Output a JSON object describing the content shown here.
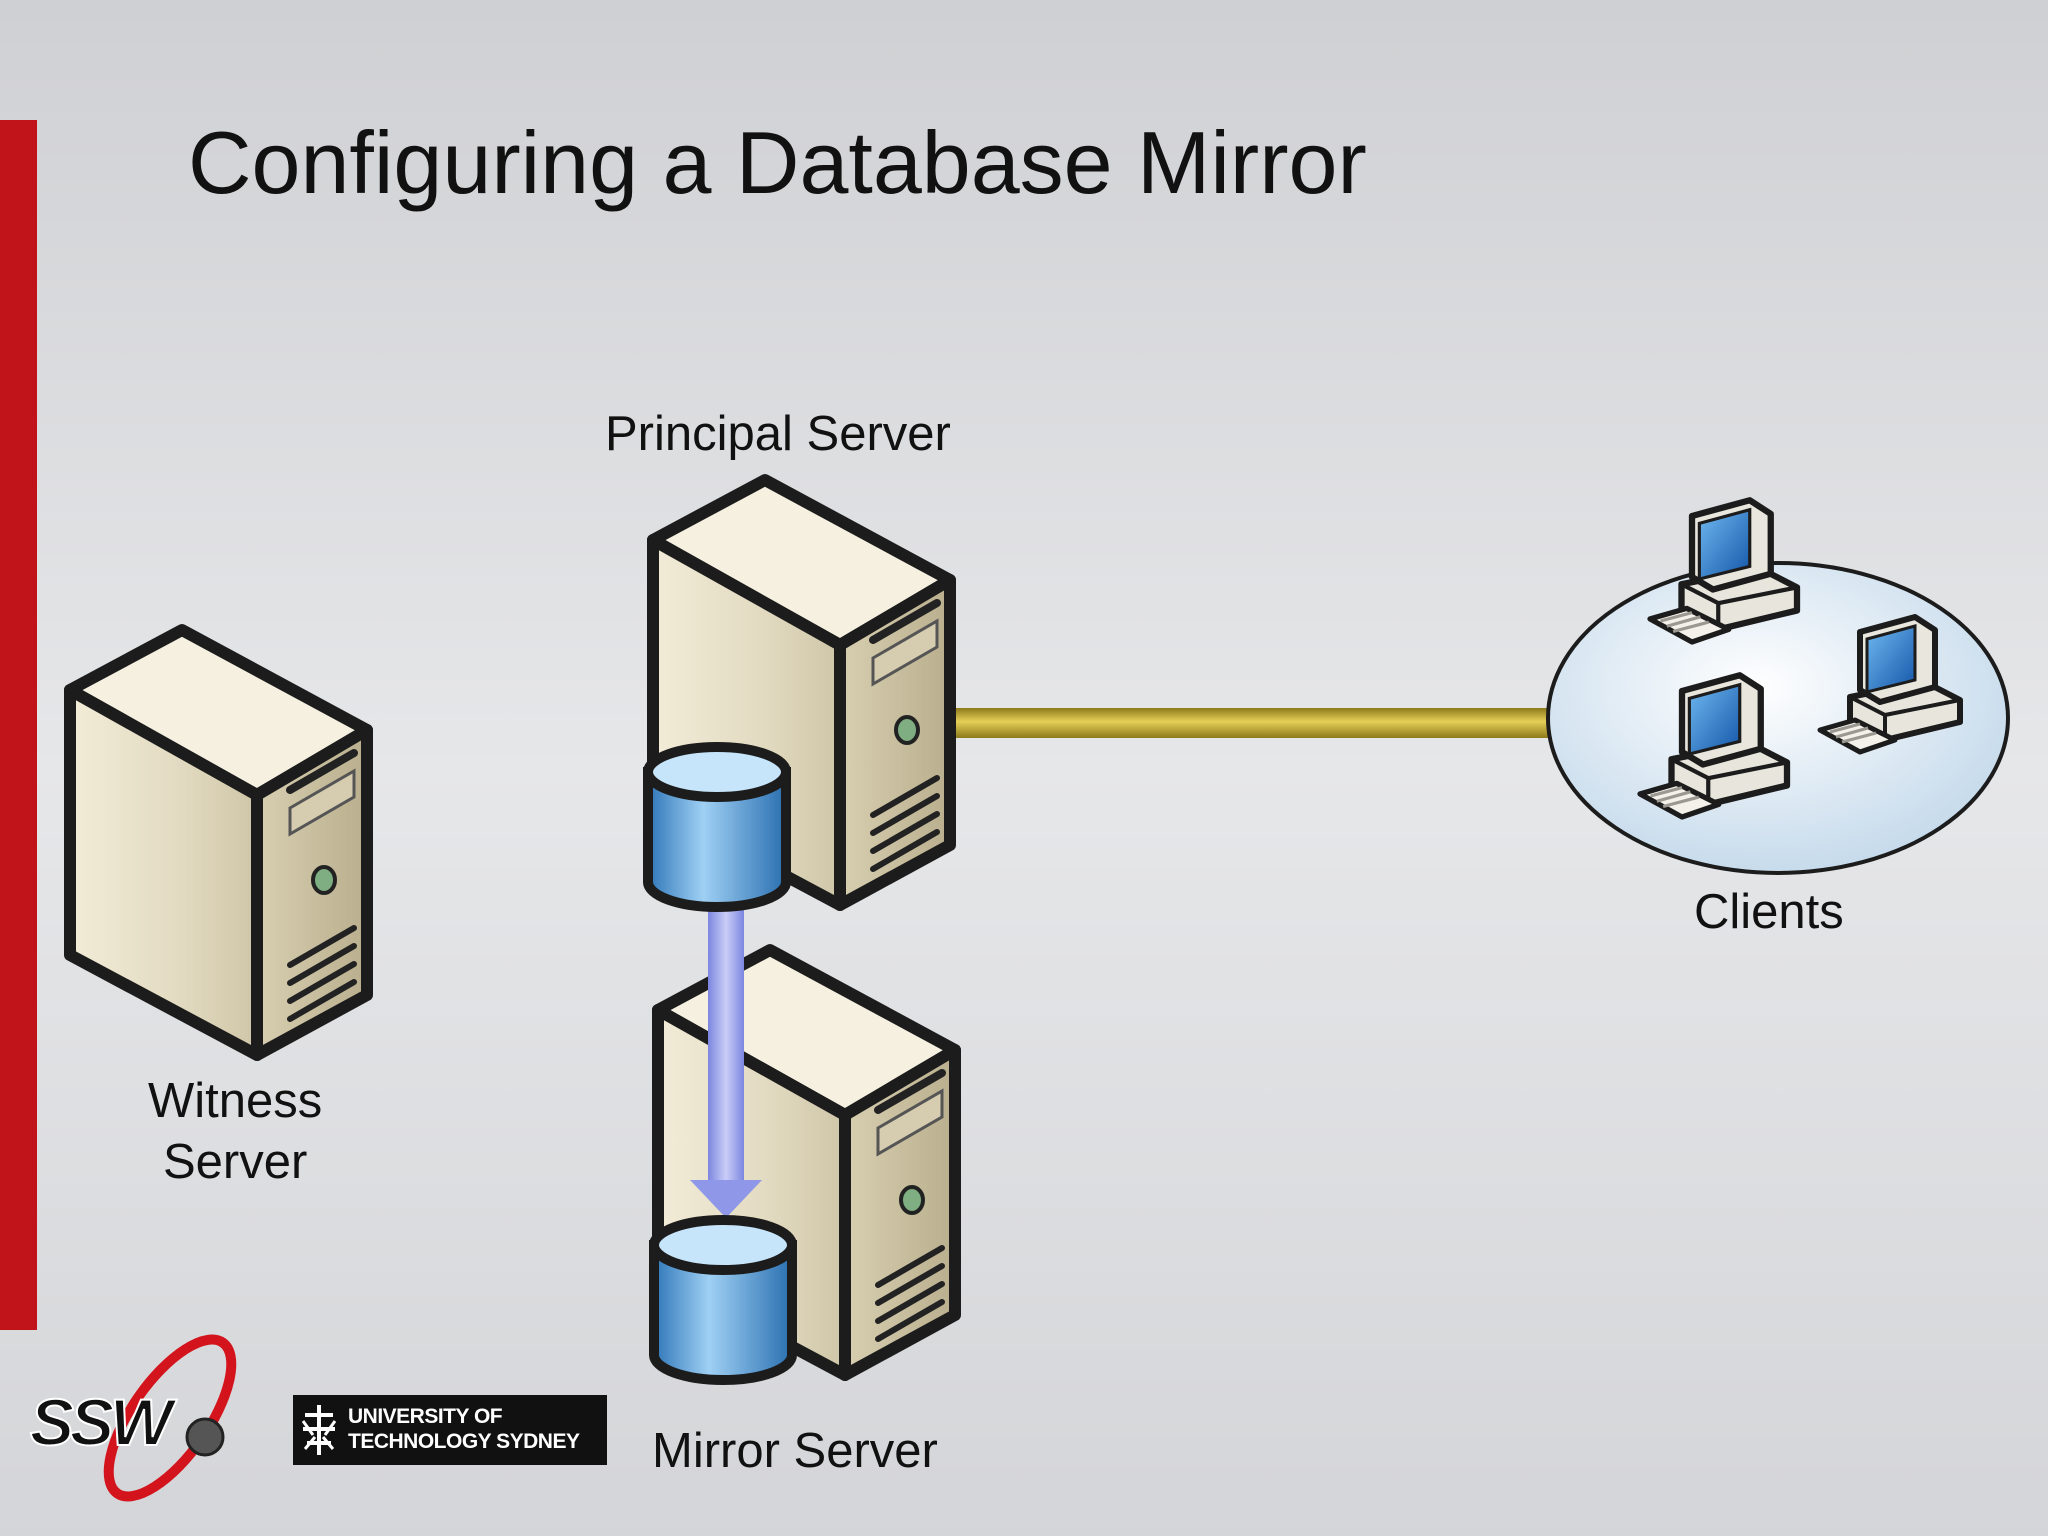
{
  "slide": {
    "title": "Configuring a Database Mirror",
    "accent_color": "#c0141a"
  },
  "diagram": {
    "principal_label": "Principal Server",
    "witness_label_line1": "Witness",
    "witness_label_line2": "Server",
    "mirror_label": "Mirror Server",
    "clients_label": "Clients",
    "connection_color": "#c8b030",
    "mirror_arrow_color": "#9ea6ee"
  },
  "logos": {
    "ssw": "SSW",
    "uts_line1": "UNIVERSITY OF",
    "uts_line2": "TECHNOLOGY SYDNEY"
  }
}
